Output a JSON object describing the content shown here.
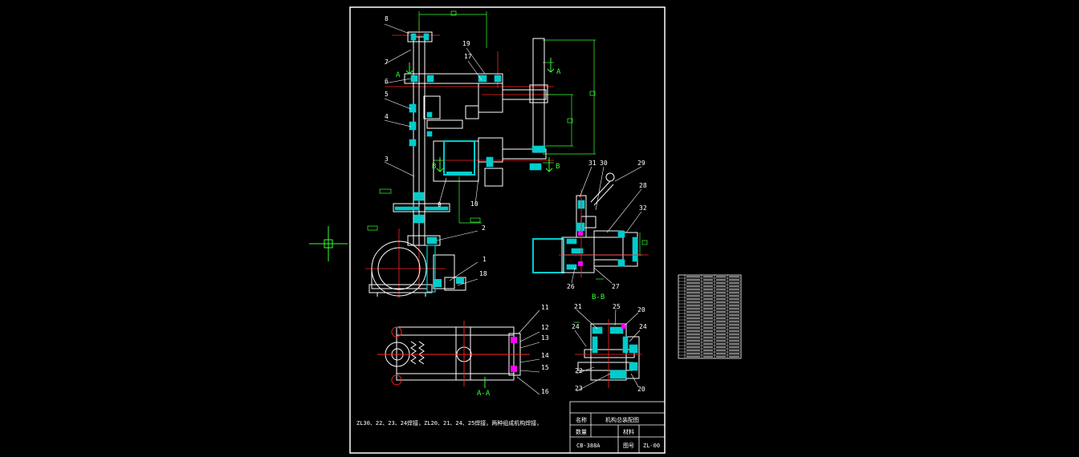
{
  "part_labels": [
    {
      "id": "1",
      "text": "1"
    },
    {
      "id": "2",
      "text": "2"
    },
    {
      "id": "3",
      "text": "3"
    },
    {
      "id": "4",
      "text": "4"
    },
    {
      "id": "5",
      "text": "5"
    },
    {
      "id": "6",
      "text": "6"
    },
    {
      "id": "7",
      "text": "7"
    },
    {
      "id": "8",
      "text": "8"
    },
    {
      "id": "9",
      "text": "9"
    },
    {
      "id": "10",
      "text": "10"
    },
    {
      "id": "11",
      "text": "11"
    },
    {
      "id": "12",
      "text": "12"
    },
    {
      "id": "13",
      "text": "13"
    },
    {
      "id": "14",
      "text": "14"
    },
    {
      "id": "15",
      "text": "15"
    },
    {
      "id": "16",
      "text": "16"
    },
    {
      "id": "17",
      "text": "17"
    },
    {
      "id": "18",
      "text": "18"
    },
    {
      "id": "19",
      "text": "19"
    },
    {
      "id": "20a",
      "text": "20"
    },
    {
      "id": "20b",
      "text": "20"
    },
    {
      "id": "21",
      "text": "21"
    },
    {
      "id": "22",
      "text": "22"
    },
    {
      "id": "23",
      "text": "23"
    },
    {
      "id": "24a",
      "text": "24"
    },
    {
      "id": "24b",
      "text": "24"
    },
    {
      "id": "25",
      "text": "25"
    },
    {
      "id": "26",
      "text": "26"
    },
    {
      "id": "27",
      "text": "27"
    },
    {
      "id": "28",
      "text": "28"
    },
    {
      "id": "29",
      "text": "29"
    },
    {
      "id": "30",
      "text": "30"
    },
    {
      "id": "31",
      "text": "31"
    },
    {
      "id": "32",
      "text": "32"
    }
  ],
  "section_labels": {
    "a_left": "A",
    "a_right": "A",
    "b_left": "B",
    "b_right": "B",
    "bb_title": "B-B",
    "aa_title": "A-A"
  },
  "note_text": "ZL30、22、23、24焊接，ZL20、21、24、25焊接，两种组成机构焊接，",
  "title_block": {
    "name_label": "名称",
    "drawing_title": "机构总装配图",
    "qty_label": "数量",
    "material_label": "材料",
    "part_code": "CB-388A",
    "drawing_no_label": "图号",
    "drawing_no": "ZL-00"
  },
  "colors": {
    "background": "#000000",
    "line": "#ffffff",
    "section_fill": "#00cccc",
    "dimension": "#33ff33",
    "centerline": "#ff2222",
    "highlight": "#ff00ff"
  }
}
